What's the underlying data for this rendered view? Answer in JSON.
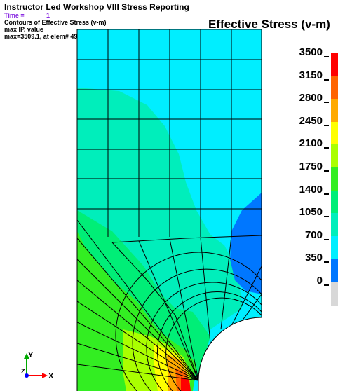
{
  "header": {
    "title": "Instructor Led Workshop VIII Stress Reporting",
    "time_label": "Time =",
    "time_value": "1",
    "contour_label": "Contours of Effective Stress (v-m)",
    "ip_label": "max IP. value",
    "max_label": " max=3509.1, at elem# 49"
  },
  "scale": {
    "title": "Effective Stress (v-m)",
    "values": [
      "3500",
      "3150",
      "2800",
      "2450",
      "2100",
      "1750",
      "1400",
      "1050",
      "700",
      "350",
      "0"
    ],
    "colors": [
      "#ff0000",
      "#ff6400",
      "#ffaa00",
      "#ffff00",
      "#aaff00",
      "#33ee22",
      "#00ee77",
      "#00eebb",
      "#00eeff",
      "#0077ff",
      "#d8d8d8"
    ]
  },
  "triad": {
    "y_label": "Y",
    "x_label": "X",
    "z_label": "Z"
  }
}
